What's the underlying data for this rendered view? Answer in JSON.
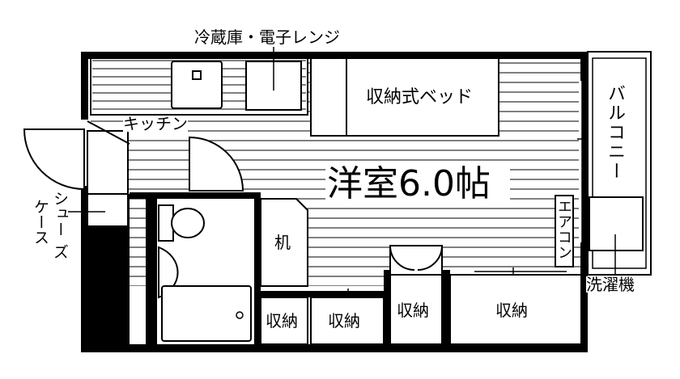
{
  "labels": {
    "fridge_microwave": "冷蔵庫・電子レンジ",
    "kitchen": "キッチン",
    "storage_bed": "収納式ベッド",
    "room": "洋室6.0帖",
    "balcony": "バルコニー",
    "aircon": "エアコン",
    "washer": "洗濯機",
    "desk": "机",
    "shoe_case": "シューズケース",
    "shoe_case_line1": "シュー",
    "shoe_case_line2": "ケース",
    "shoe_case_line3": "ズ",
    "storage_1": "収納",
    "storage_2": "収納",
    "storage_3": "収納",
    "storage_4": "収納"
  }
}
